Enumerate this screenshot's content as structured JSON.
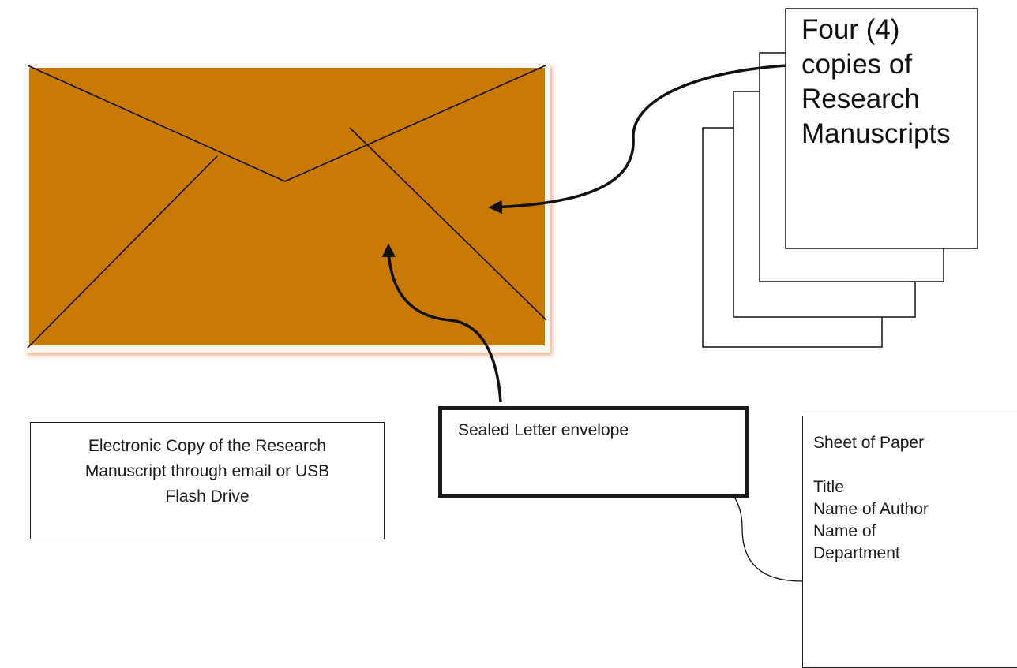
{
  "envelope": {
    "fill_color": "#c87a04",
    "label": "Sealed Letter envelope"
  },
  "manuscripts": {
    "lines": [
      "Four (4)",
      "copies of",
      "Research",
      "Manuscripts"
    ]
  },
  "electronic_copy": {
    "lines": [
      "Electronic Copy of the Research",
      "Manuscript through email or USB",
      "Flash Drive"
    ]
  },
  "sheet_of_paper": {
    "heading": "Sheet of Paper",
    "lines": [
      "",
      "Title",
      "Name of Author",
      "Name of",
      "Department"
    ]
  }
}
